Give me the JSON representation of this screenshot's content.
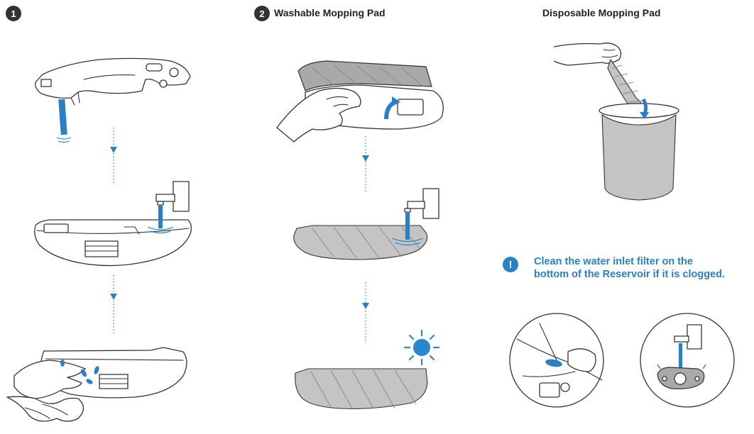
{
  "steps": [
    {
      "number": "1",
      "title": ""
    },
    {
      "number": "2",
      "title": "Washable Mopping Pad"
    },
    {
      "number": "",
      "title": "Disposable Mopping Pad"
    }
  ],
  "note": {
    "icon": "exclamation-icon",
    "line1": "Clean the water inlet filter on the",
    "line2": "bottom of the Reservoir if it is clogged."
  },
  "colors": {
    "accent": "#2980c4",
    "badge": "#333333",
    "pad_gray": "#a9a9a9",
    "sun": "#2a86d0"
  }
}
